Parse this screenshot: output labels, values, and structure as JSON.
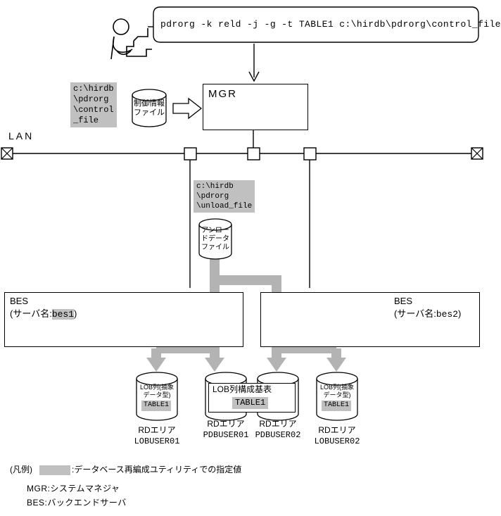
{
  "command_balloon": {
    "text": "pdrorg -k reld -j -g -t TABLE1 c:\\hirdb\\pdrorg\\control_file"
  },
  "actor": {
    "name": "operator-at-terminal"
  },
  "control_file": {
    "path_lines": [
      "c:\\hirdb",
      "\\pdrorg",
      "\\control",
      "_file"
    ],
    "cylinder_label_lines": [
      "制御情報",
      "ファイル"
    ]
  },
  "mgr": {
    "label": "MGR"
  },
  "lan": {
    "label": "LAN"
  },
  "unload_file": {
    "path_lines": [
      "c:\\hirdb",
      "\\pdrorg",
      "\\unload_file"
    ],
    "cylinder_label_lines": [
      "アンロー",
      "ドデータ",
      "ファイル"
    ]
  },
  "bes": [
    {
      "title": "BES",
      "server_prefix": "(サーバ名:",
      "server_name": "bes1",
      "server_suffix": ")",
      "align": "left"
    },
    {
      "title": "BES",
      "server_prefix": "(サーバ名:",
      "server_name": "bes2",
      "server_suffix": ")",
      "align": "right"
    }
  ],
  "databases": [
    {
      "inner_lines": [
        "LOB列(抽象",
        "データ型)"
      ],
      "table": "TABLE1",
      "caption_lines": [
        "RDエリア",
        "LOBUSER01"
      ]
    },
    {
      "inner_lines": [],
      "table": "",
      "caption_lines": [
        "RDエリア",
        "PDBUSER01"
      ]
    },
    {
      "inner_lines": [],
      "table": "",
      "caption_lines": [
        "RDエリア",
        "PDBUSER02"
      ]
    },
    {
      "inner_lines": [
        "LOB列(抽象",
        "データ型)"
      ],
      "table": "TABLE1",
      "caption_lines": [
        "RDエリア",
        "LOBUSER02"
      ]
    }
  ],
  "base_table_box": {
    "title": "LOB列構成基表",
    "table": "TABLE1"
  },
  "legend": {
    "heading": "(凡例)",
    "swatch_desc": ":データベース再編成ユティリティでの指定値",
    "entries": [
      "MGR:システムマネジャ",
      "BES:バックエンドサーバ"
    ]
  },
  "colors": {
    "highlight_gray": "#c0c0c0",
    "pipe_gray": "#b3b3b3",
    "line_black": "#000000",
    "background": "#ffffff"
  }
}
